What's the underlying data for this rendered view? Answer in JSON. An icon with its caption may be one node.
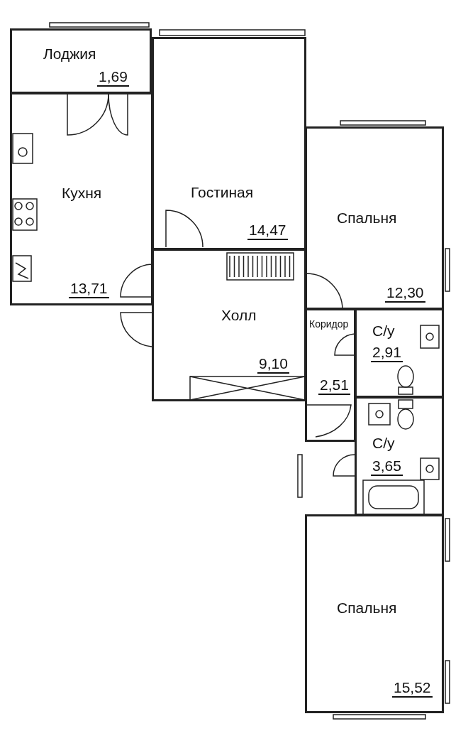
{
  "diagram": {
    "nodes": [
      {
        "text": [
          "Лоджия",
          "1,69"
        ]
      },
      {
        "text": [
          "Кухня",
          "13,71"
        ]
      },
      {
        "text": [
          "Гостиная",
          "14,47"
        ]
      },
      {
        "text": [
          "Спальня",
          "12,30"
        ]
      },
      {
        "text": [
          "Холл",
          "9,10"
        ]
      },
      {
        "text": [
          "Коридор",
          "2,51"
        ]
      },
      {
        "text": [
          "С/у",
          "2,91"
        ]
      },
      {
        "text": [
          "С/у",
          "3,65"
        ]
      },
      {
        "text": [
          "Спальня",
          "15,52"
        ]
      }
    ]
  }
}
